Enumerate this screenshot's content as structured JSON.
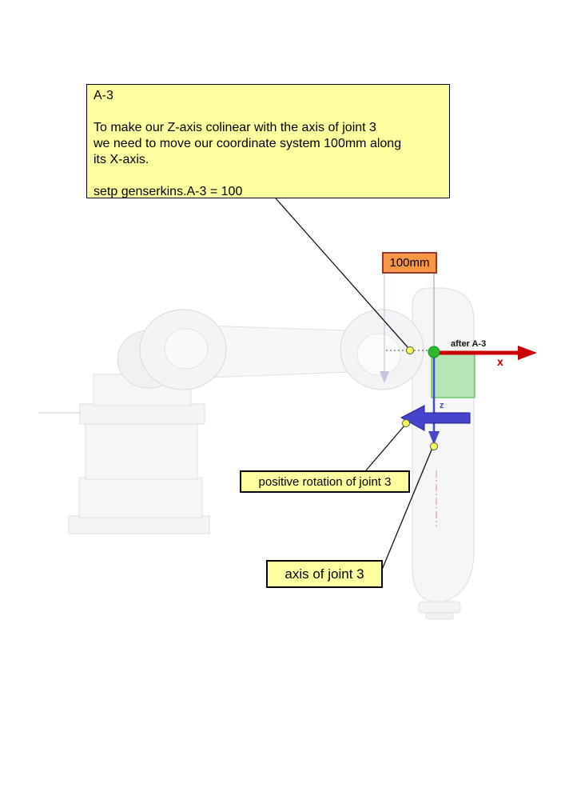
{
  "callout": {
    "title": "A-3",
    "body": [
      "To make our Z-axis colinear with the axis of joint 3",
      "we need to move our coordinate system 100mm along",
      "its X-axis."
    ],
    "command": "setp genserkins.A-3 = 100"
  },
  "labels": {
    "dimension": "100mm",
    "after_transform": "after A-3",
    "x_axis": "x",
    "z_axis": "z",
    "positive_rotation": "positive rotation of joint 3",
    "axis_of_joint": "axis of joint 3"
  },
  "colors": {
    "callout_background": "#FFFFA0",
    "callout_border": "#000000",
    "dimension_background": "#F79646",
    "dimension_border": "#953735",
    "x_axis_arrow": "#CC0000",
    "z_axis_arrow": "#4747CC",
    "rotation_arrow": "#4444CC",
    "origin_marker": "#2DB82D",
    "plane_marker": "#7FD87F",
    "anchor_dot": "#FFFF55"
  }
}
